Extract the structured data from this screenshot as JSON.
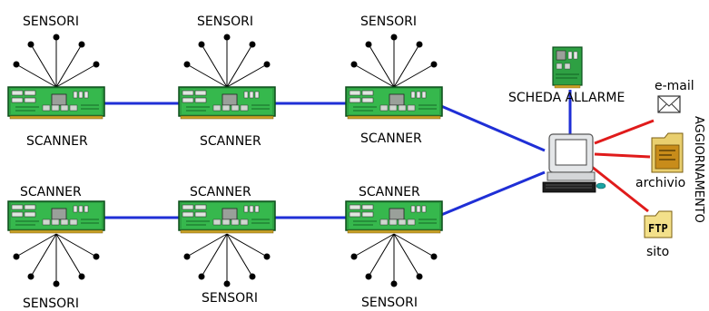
{
  "labels": {
    "sensori": "SENSORI",
    "scanner": "SCANNER",
    "scheda_allarme": "SCHEDA ALLARME",
    "email": "e-mail",
    "archivio": "archivio",
    "sito": "sito",
    "aggiornamento": "AGGIORNAMENTO",
    "ftp_badge": "FTP"
  },
  "colors": {
    "network_link": "#1f2fd6",
    "update_link": "#e01b1b",
    "board_green": "#2ea043",
    "background": "#ffffff"
  },
  "icons": {
    "board": "scanner-board-icon",
    "alarm": "alarm-board-icon",
    "computer": "computer-icon",
    "email": "envelope-icon",
    "archive": "folder-archive-icon",
    "ftp": "ftp-folder-icon"
  }
}
